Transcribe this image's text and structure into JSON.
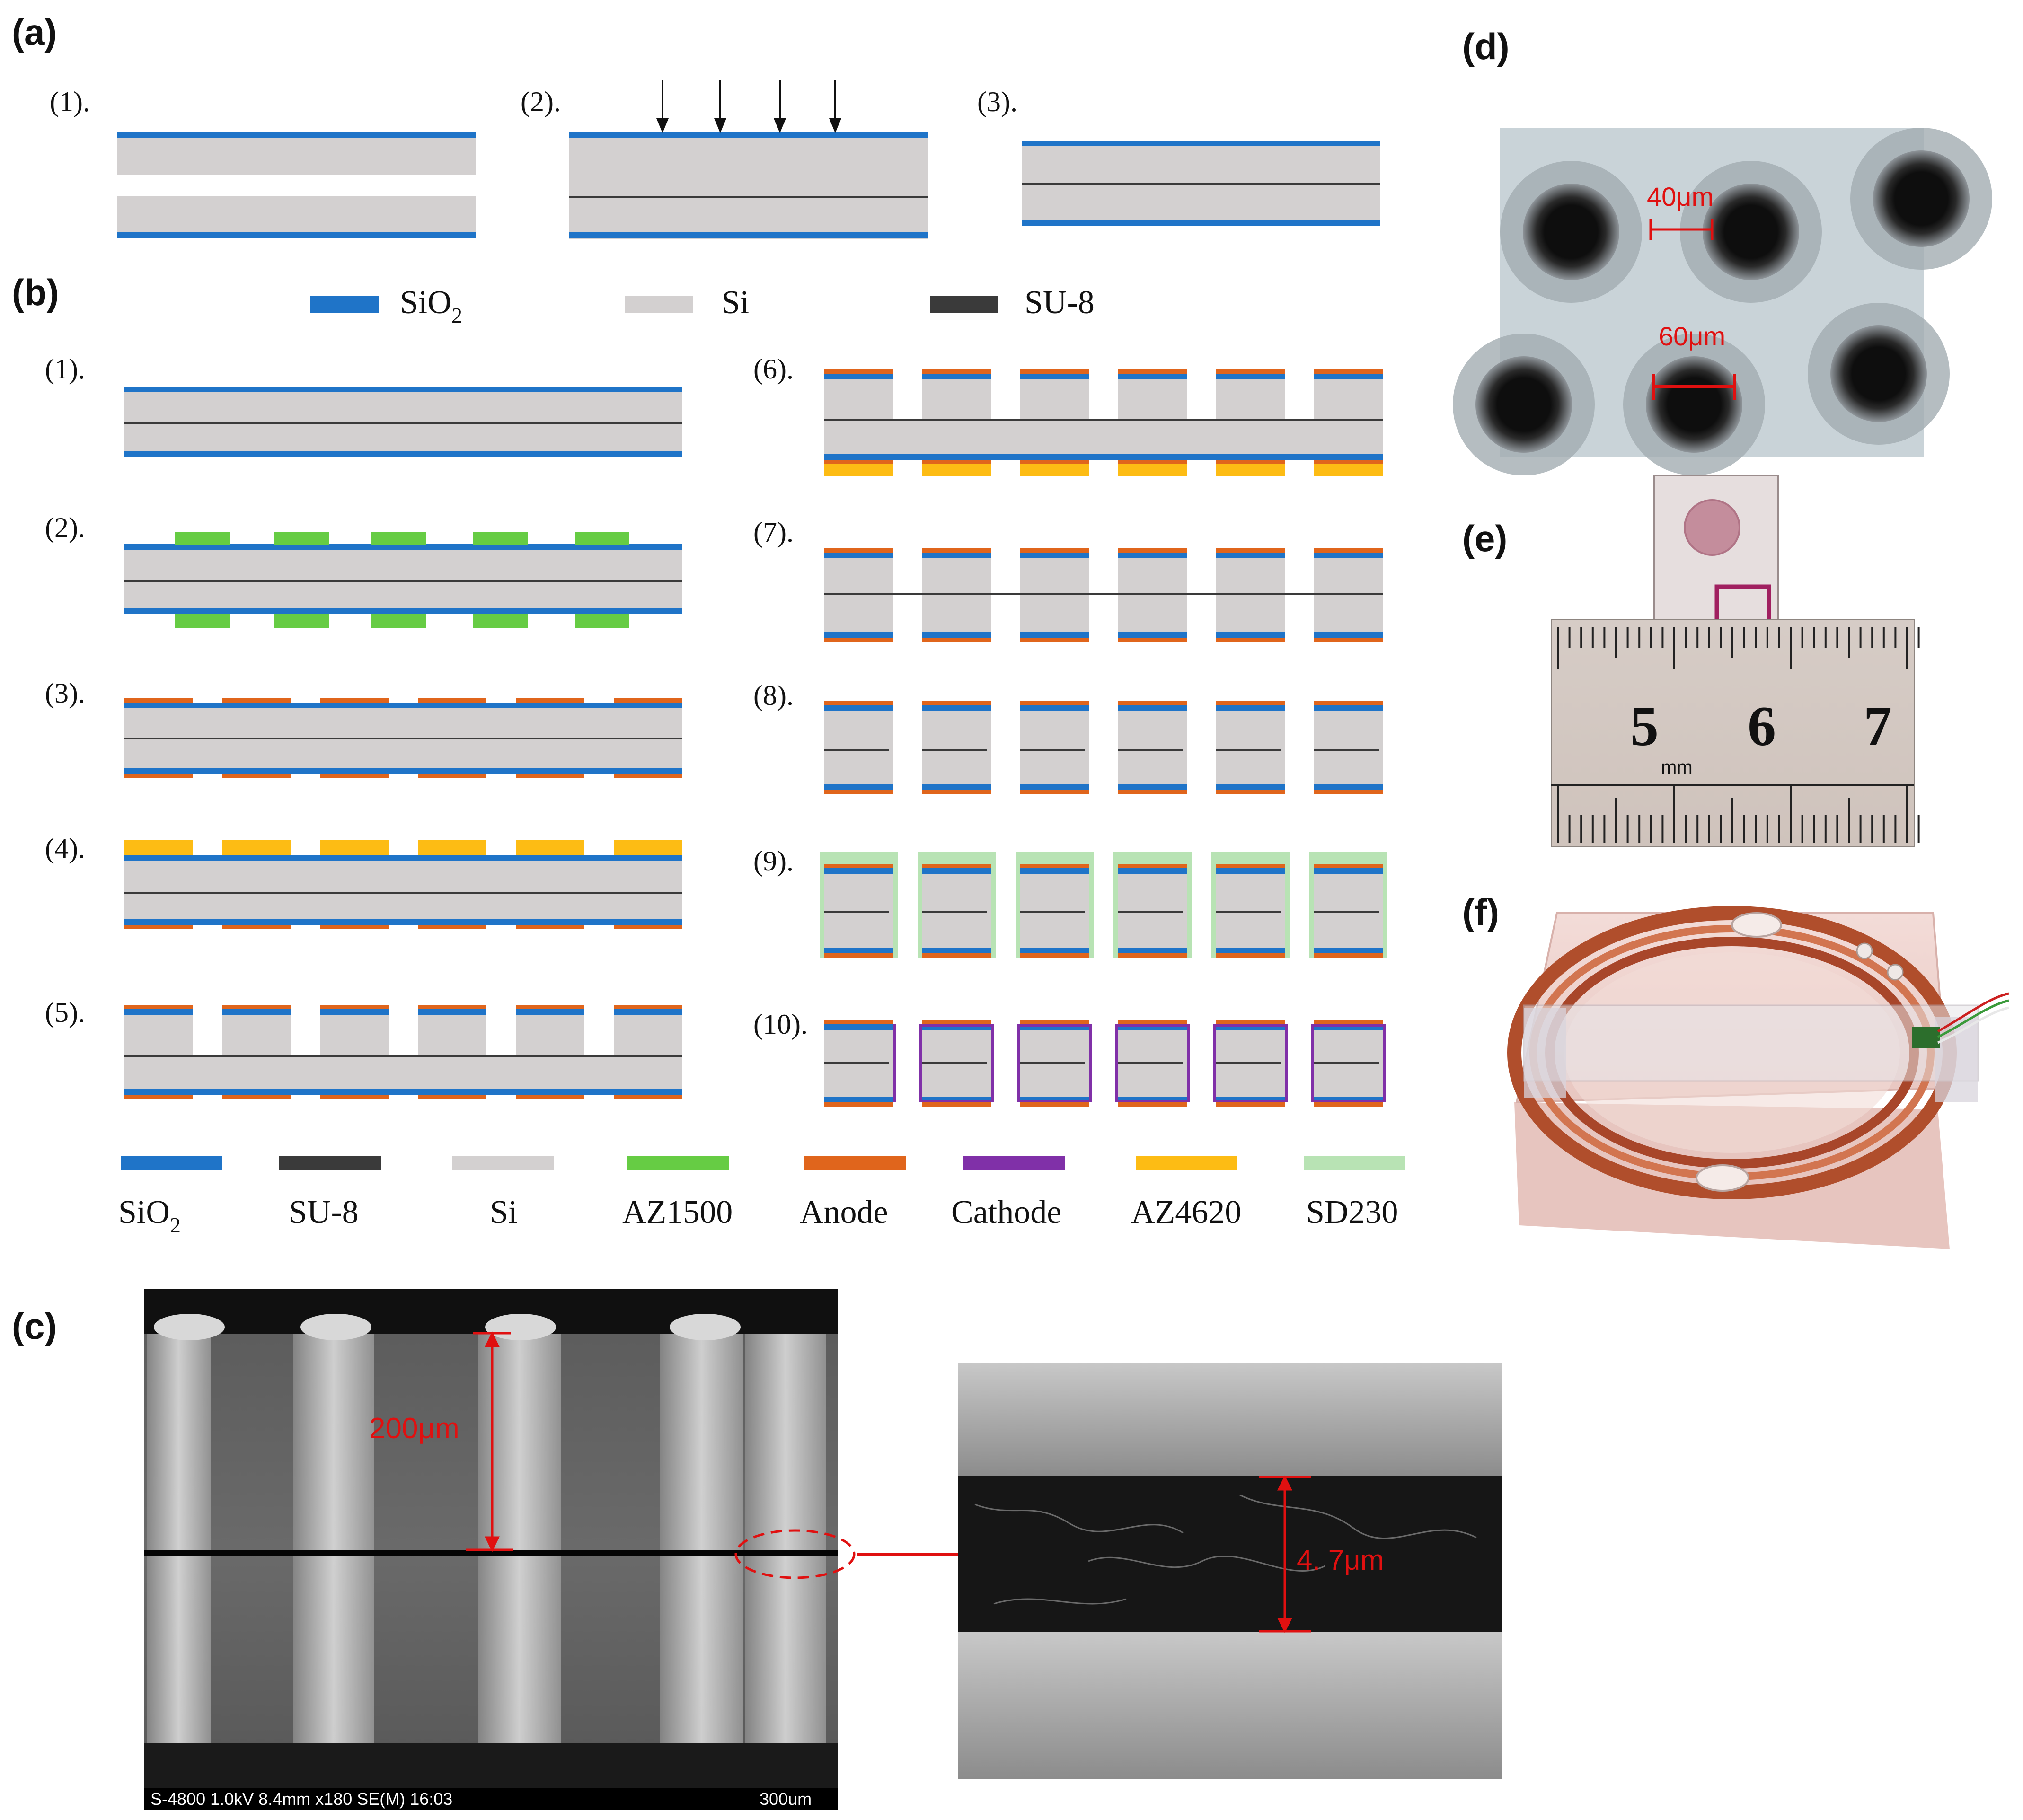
{
  "panels": {
    "a": "(a)",
    "b": "(b)",
    "c": "(c)",
    "d": "(d)",
    "e": "(e)",
    "f": "(f)"
  },
  "colors": {
    "sio2": "#1f74c8",
    "si": "#d3d0d0",
    "su8": "#3a3a3a",
    "az1500": "#66cc44",
    "anode": "#e0651c",
    "cathode": "#8030a8",
    "az4620": "#fdbc14",
    "sd230": "#b8e3b4",
    "annotation": "#e01010"
  },
  "panel_a": {
    "steps": [
      "(1).",
      "(2).",
      "(3)."
    ]
  },
  "legend_top": [
    {
      "label": "SiO",
      "sub": "2",
      "color_key": "sio2"
    },
    {
      "label": "Si",
      "sub": "",
      "color_key": "si"
    },
    {
      "label": "SU-8",
      "sub": "",
      "color_key": "su8"
    }
  ],
  "panel_b": {
    "steps": [
      "(1).",
      "(2).",
      "(3).",
      "(4).",
      "(5).",
      "(6).",
      "(7).",
      "(8).",
      "(9).",
      "(10)."
    ]
  },
  "legend_bottom": [
    {
      "label": "SiO",
      "sub": "2",
      "color_key": "sio2"
    },
    {
      "label": "SU-8",
      "sub": "",
      "color_key": "su8"
    },
    {
      "label": "Si",
      "sub": "",
      "color_key": "si"
    },
    {
      "label": "AZ1500",
      "sub": "",
      "color_key": "az1500"
    },
    {
      "label": "Anode",
      "sub": "",
      "color_key": "anode"
    },
    {
      "label": "Cathode",
      "sub": "",
      "color_key": "cathode"
    },
    {
      "label": "AZ4620",
      "sub": "",
      "color_key": "az4620"
    },
    {
      "label": "SD230",
      "sub": "",
      "color_key": "sd230"
    }
  ],
  "panel_c": {
    "height_label": "200μm",
    "gap_label": "4. 7μm",
    "info_bar": "S-4800 1.0kV 8.4mm x180 SE(M) 16:03",
    "scale_bar": "300um"
  },
  "panel_d": {
    "label_40": "40μm",
    "label_60": "60μm"
  },
  "panel_e": {
    "ruler_numbers": [
      "5",
      "6",
      "7"
    ],
    "unit": "mm"
  }
}
